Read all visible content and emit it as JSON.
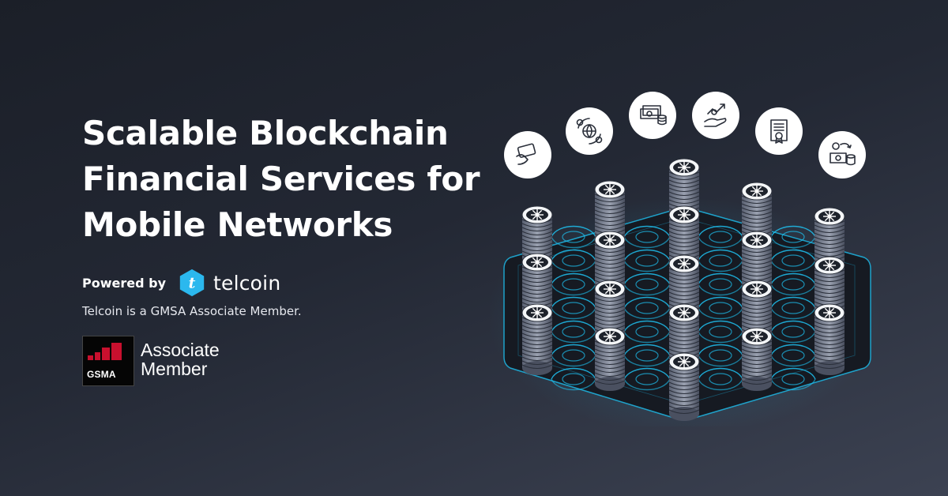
{
  "headline": {
    "line1": "Scalable Blockchain",
    "line2": "Financial Services for",
    "line3": "Mobile Networks"
  },
  "powered_by": {
    "label": "Powered by",
    "brand": "telcoin",
    "logo_letter": "t"
  },
  "gsma_note": "Telcoin is a GMSA Associate Member.",
  "gsma_badge": {
    "logo_text": "GSMA",
    "line1": "Associate",
    "line2": "Member"
  },
  "illustration": {
    "icons": [
      "card-payment-icon",
      "global-currency-exchange-icon",
      "cash-and-coins-icon",
      "growth-hand-icon",
      "certificate-icon",
      "money-transfer-icon"
    ]
  },
  "colors": {
    "background_top": "#1b1f28",
    "background_bottom": "#3c4252",
    "accent_blue": "#1ec1f0",
    "brand_blue": "#2bb8ee",
    "gsma_red": "#c8102e"
  }
}
